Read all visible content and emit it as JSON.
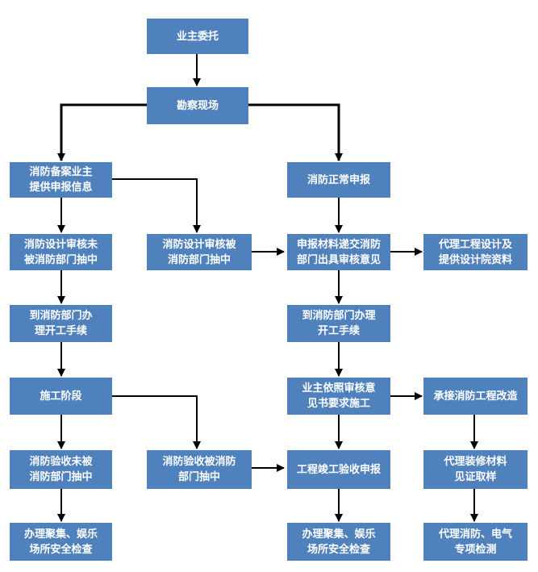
{
  "nodes": {
    "owner_commission": "业主委托",
    "site_survey": "勘察现场",
    "record_owner_info": "消防备案业主\n提供申报信息",
    "normal_application": "消防正常申报",
    "design_not_sampled": "消防设计审核未\n被消防部门抽中",
    "design_sampled": "消防设计审核被\n消防部门抽中",
    "submit_materials": "申报材料递交消防\n部门出具审核意见",
    "agent_design": "代理工程设计及\n提供设计院资料",
    "permit_left": "到消防部门办\n理开工手续",
    "permit_right": "到消防部门办理\n开工手续",
    "construction_stage": "施工阶段",
    "owner_follow": "业主依照审核意\n见书要求施工",
    "undertake_renovation": "承接消防工程改造",
    "accept_not_sampled": "消防验收未被\n消防部门抽中",
    "accept_sampled": "消防验收被消防\n部门抽中",
    "completion_application": "工程竣工验收申报",
    "agent_sampling": "代理装修材料\n见证取样",
    "safety_check_left": "办理聚集、娱乐\n场所安全检查",
    "safety_check_right": "办理聚集、娱乐\n场所安全检查",
    "agent_testing": "代理消防、电气\n专项检测"
  },
  "colors": {
    "box_fill": "#4f81bd",
    "box_text": "#ffffff",
    "arrow": "#000000"
  }
}
